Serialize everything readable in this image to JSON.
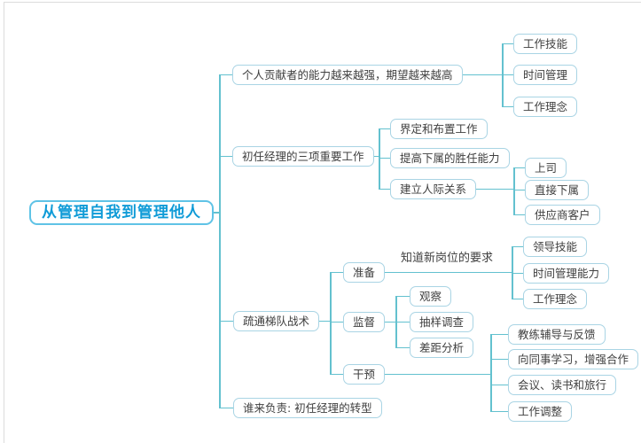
{
  "root": {
    "label": "从管理自我到管理他人"
  },
  "branches": [
    {
      "label": "个人贡献者的能力越来越强，期望越来越高",
      "children": [
        {
          "label": "工作技能"
        },
        {
          "label": "时间管理"
        },
        {
          "label": "工作理念"
        }
      ]
    },
    {
      "label": "初任经理的三项重要工作",
      "children": [
        {
          "label": "界定和布置工作"
        },
        {
          "label": "提高下属的胜任能力"
        },
        {
          "label": "建立人际关系",
          "children": [
            {
              "label": "上司"
            },
            {
              "label": "直接下属"
            },
            {
              "label": "供应商客户"
            }
          ]
        }
      ]
    },
    {
      "label": "疏通梯队战术",
      "children": [
        {
          "label": "准备",
          "edge_label": "知道新岗位的要求",
          "children": [
            {
              "label": "领导技能"
            },
            {
              "label": "时间管理能力"
            },
            {
              "label": "工作理念"
            }
          ]
        },
        {
          "label": "监督",
          "children": [
            {
              "label": "观察"
            },
            {
              "label": "抽样调查"
            },
            {
              "label": "差距分析"
            }
          ]
        },
        {
          "label": "干预",
          "children": [
            {
              "label": "教练辅导与反馈"
            },
            {
              "label": "向同事学习，增强合作"
            },
            {
              "label": "会议、读书和旅行"
            },
            {
              "label": "工作调整"
            }
          ]
        }
      ]
    },
    {
      "label": "谁来负责: 初任经理的转型"
    }
  ],
  "colors": {
    "line": "#63c1cf",
    "node_border": "#a9d4e4",
    "node_text": "#404040",
    "root_border": "#5fc3e6",
    "root_text": "#0f9bd7",
    "background": "#ffffff",
    "frame": "#dcdcdc"
  }
}
